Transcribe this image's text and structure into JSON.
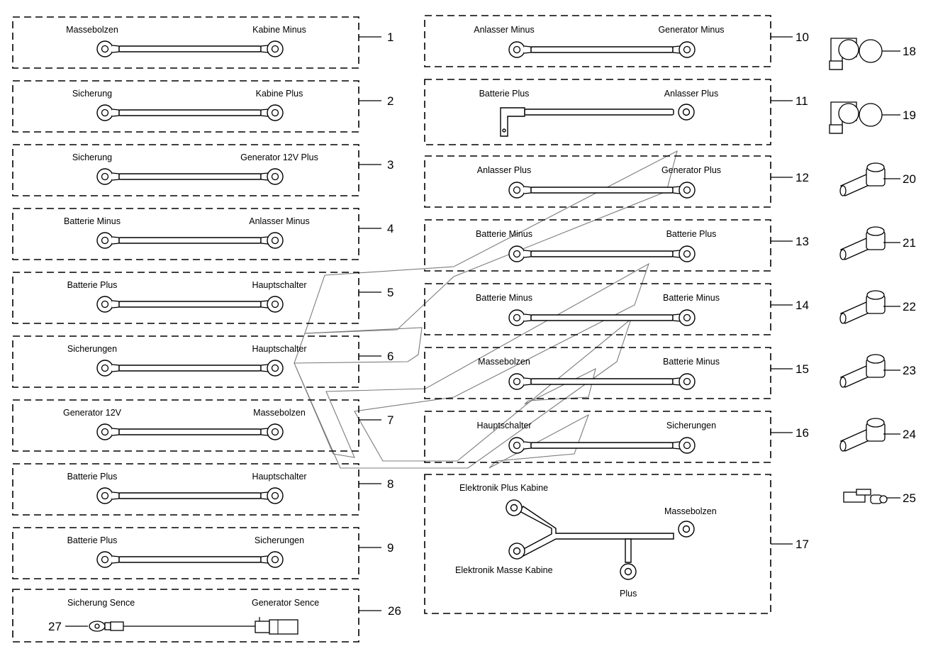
{
  "left_cables": [
    {
      "number": "1",
      "left_label": "Massebolzen",
      "right_label": "Kabine Minus"
    },
    {
      "number": "2",
      "left_label": "Sicherung",
      "right_label": "Kabine Plus"
    },
    {
      "number": "3",
      "left_label": "Sicherung",
      "right_label": "Generator 12V Plus"
    },
    {
      "number": "4",
      "left_label": "Batterie Minus",
      "right_label": "Anlasser Minus"
    },
    {
      "number": "5",
      "left_label": "Batterie Plus",
      "right_label": "Hauptschalter"
    },
    {
      "number": "6",
      "left_label": "Sicherungen",
      "right_label": "Hauptschalter"
    },
    {
      "number": "7",
      "left_label": "Generator 12V",
      "right_label": "Massebolzen"
    },
    {
      "number": "8",
      "left_label": "Batterie Plus",
      "right_label": "Hauptschalter"
    },
    {
      "number": "9",
      "left_label": "Batterie Plus",
      "right_label": "Sicherungen"
    }
  ],
  "sense_cable": {
    "number": "26",
    "left_label": "Sicherung Sence",
    "right_label": "Generator Sence",
    "ring_number": "27"
  },
  "right_cables": [
    {
      "number": "10",
      "left_label": "Anlasser Minus",
      "right_label": "Generator Minus",
      "style": "straight"
    },
    {
      "number": "11",
      "left_label": "Batterie Plus",
      "right_label": "Anlasser Plus",
      "style": "bent"
    },
    {
      "number": "12",
      "left_label": "Anlasser Plus",
      "right_label": "Generator Plus",
      "style": "straight"
    },
    {
      "number": "13",
      "left_label": "Batterie Minus",
      "right_label": "Batterie Plus",
      "style": "straight"
    },
    {
      "number": "14",
      "left_label": "Batterie Minus",
      "right_label": "Batterie Minus",
      "style": "straight"
    },
    {
      "number": "15",
      "left_label": "Massebolzen",
      "right_label": "Batterie Minus",
      "style": "straight"
    },
    {
      "number": "16",
      "left_label": "Hauptschalter",
      "right_label": "Sicherungen",
      "style": "straight"
    }
  ],
  "harness": {
    "number": "17",
    "label_top_left": "Elektronik Plus Kabine",
    "label_right": "Massebolzen",
    "label_bottom_left": "Elektronik Masse Kabine",
    "label_bottom": "Plus"
  },
  "parts": [
    {
      "number": "18",
      "kind": "battery-clamp"
    },
    {
      "number": "19",
      "kind": "battery-clamp"
    },
    {
      "number": "20",
      "kind": "terminal-cap"
    },
    {
      "number": "21",
      "kind": "terminal-cap"
    },
    {
      "number": "22",
      "kind": "terminal-cap"
    },
    {
      "number": "23",
      "kind": "terminal-cap"
    },
    {
      "number": "24",
      "kind": "terminal-cap"
    },
    {
      "number": "25",
      "kind": "small-connector"
    }
  ]
}
